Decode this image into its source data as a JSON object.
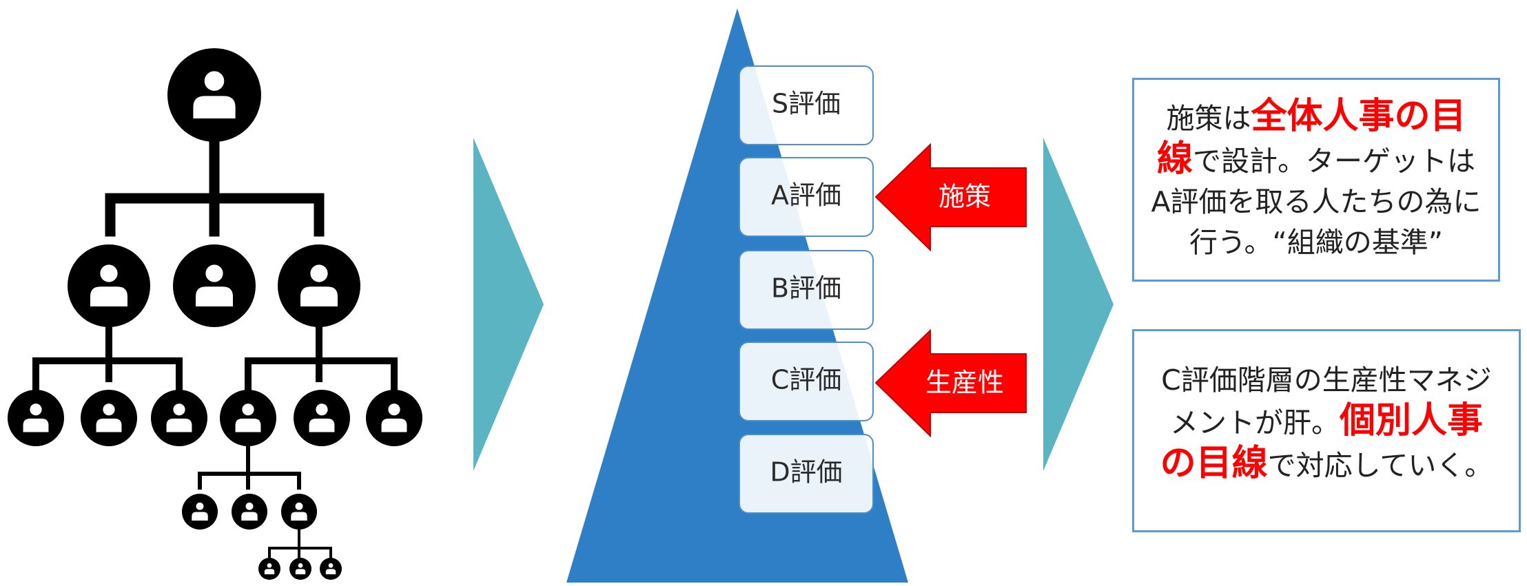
{
  "evaluation_levels": [
    "S評価",
    "A評価",
    "B評価",
    "C評価",
    "D評価"
  ],
  "arrows": {
    "policy_label": "施策",
    "productivity_label": "生産性"
  },
  "description_1": {
    "line1_pre": "施策は",
    "line1_emph": "全体人事の目",
    "line2_emph": "線",
    "line2_post": "で設計。ターゲットは",
    "line3": "A評価を取る人たちの為に",
    "line4": "行う。“組織の基準”"
  },
  "description_2": {
    "line1": "C評価階層の生産性マネジ",
    "line2_pre": "メントが肝。",
    "line2_emph": "個別人事",
    "line3_emph": "の目線",
    "line3_post": "で対応していく。"
  },
  "colors": {
    "triangle": "#2e7fc6",
    "chevron": "#5bb4c1",
    "arrow": "#ff0000",
    "box_border": "#5b9bd5",
    "emphasis": "#ff0000"
  },
  "icons": {
    "person": "person-icon",
    "connector": "org-connector"
  }
}
